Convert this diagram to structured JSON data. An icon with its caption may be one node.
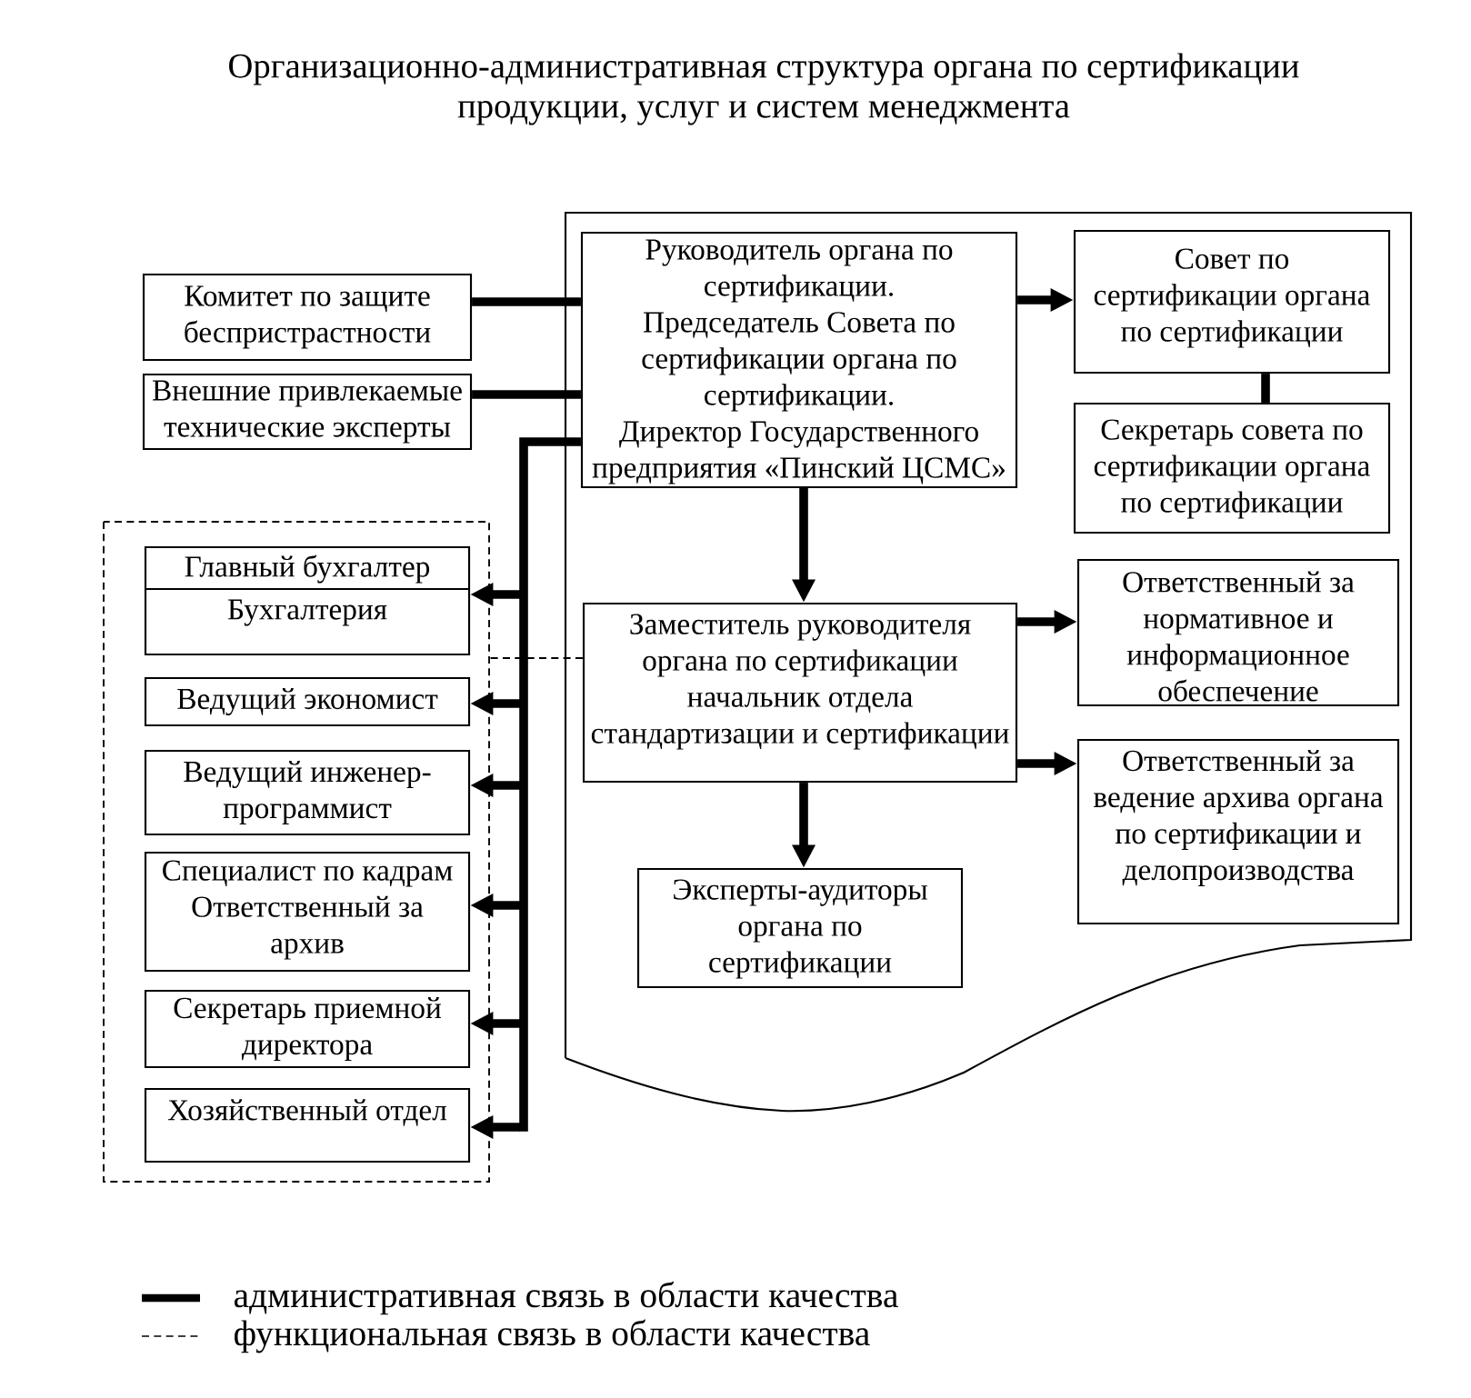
{
  "diagram": {
    "title": "Организационно-административная структура органа по сертификации продукции, услуг и систем менеджмента",
    "nodes": [
      {
        "text": [
          "Комитет по защите беспристрастности"
        ]
      },
      {
        "text": [
          "Внешние привлекаемые технические эксперты"
        ]
      },
      {
        "text": [],
        "shape": "document"
      },
      {
        "text": [
          "Руководитель органа по сертификации.",
          "Председатель Совета по сертификации органа по сертификации.",
          "Директор Государственного предприятия «Пинский ЦСМС»"
        ],
        "in": 2
      },
      {
        "text": [
          "Совет по сертификации органа по сертификации"
        ],
        "in": 2
      },
      {
        "text": [
          "Секретарь совета по сертификации органа по сертификации"
        ],
        "in": 2
      },
      {
        "text": [
          "Заместитель руководителя органа по сертификации",
          "начальник отдела стандартизации и сертификации"
        ],
        "in": 2
      },
      {
        "text": [
          "Ответственный за нормативное и информационное обеспечение"
        ],
        "in": 2
      },
      {
        "text": [
          "Ответственный за ведение архива органа по сертификации и делопроизводства"
        ],
        "in": 2
      },
      {
        "text": [
          "Эксперты-аудиторы органа по сертификации"
        ],
        "in": 2
      },
      {
        "text": [],
        "shape": "box"
      },
      {
        "text": [
          "Главный бухгалтер",
          "Бухгалтерия"
        ],
        "in": 10
      },
      {
        "text": [
          "Ведущий экономист"
        ],
        "in": 10
      },
      {
        "text": [
          "Ведущий инженер-программист"
        ],
        "in": 10
      },
      {
        "text": [
          "Специалист по кадрам",
          "Ответственный за архив"
        ],
        "in": 10
      },
      {
        "text": [
          "Секретарь приемной директора"
        ],
        "in": 10
      },
      {
        "text": [
          "Хозяйственный отдел"
        ],
        "in": 10
      }
    ],
    "edges": [
      {
        "from": 0,
        "to": 3,
        "arrow": "none"
      },
      {
        "from": 1,
        "to": 3,
        "arrow": "none"
      },
      {
        "from": 3,
        "to": 4,
        "arrow": "to"
      },
      {
        "from": 4,
        "to": 5,
        "arrow": "none"
      },
      {
        "from": 3,
        "to": 6,
        "arrow": "to"
      },
      {
        "from": 6,
        "to": 7,
        "arrow": "to"
      },
      {
        "from": 6,
        "to": 8,
        "arrow": "to"
      },
      {
        "from": 6,
        "to": 9,
        "arrow": "to"
      },
      {
        "from": 6,
        "to": 10,
        "arrow": "none",
        "style": "dashed"
      },
      {
        "from": 3,
        "to": 11,
        "arrow": "to"
      },
      {
        "from": 3,
        "to": 12,
        "arrow": "to"
      },
      {
        "from": 3,
        "to": 13,
        "arrow": "to"
      },
      {
        "from": 3,
        "to": 14,
        "arrow": "to"
      },
      {
        "from": 3,
        "to": 15,
        "arrow": "to"
      },
      {
        "from": 3,
        "to": 16,
        "arrow": "to"
      }
    ],
    "legend": [
      {
        "text": "административная связь в области качества"
      },
      {
        "text": "функциональная связь в области качества"
      }
    ]
  }
}
